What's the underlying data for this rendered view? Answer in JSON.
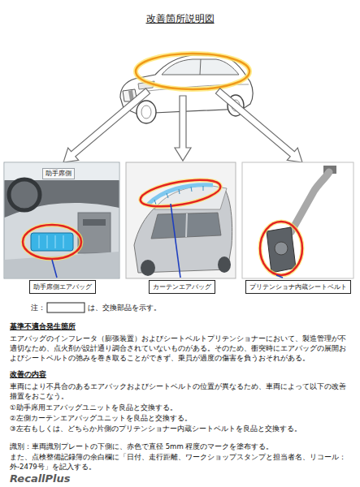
{
  "diagram": {
    "title": "改善箇所説明図",
    "nodes": [
      {
        "text": [
          "助手席側"
        ]
      },
      {
        "text": [
          "助手席側エアバッグ"
        ]
      },
      {
        "text": [
          "カーテンエアバッグ"
        ]
      },
      {
        "text": [
          "プリテンショナ内蔵シートベルト"
        ]
      }
    ],
    "labels": [
      "注：",
      "は、交換部品を示す。",
      "基準不適合発生箇所",
      "エアバッグのインフレータ（膨張装置）およびシートベルトプリテンショナーにおいて、製造管理が不適切なため、点火剤が設計通り調合されていないものがある。そのため、衝突時にエアバッグの展開およびシートベルトの弛みを巻き取ることができず、乗員が過度の傷害を負うおそれがある。",
      "改善の内容",
      "車両により不具合のあるエアバックおよびシートベルトの位置が異なるため、車両によって以下の改善措置をおこなう。",
      "①助手席用エアバッグユニットを良品と交換する。",
      "②左側カーテンエアバッグユニットを良品と交換する。",
      "③左右もしくは、どちらか片側のプリテンショナー内蔵シートベルトを良品と交換する。",
      "識別：車両識別プレートの下側に、赤色で直径 5mm 程度のマークを塗布する。",
      "また、点検整備記録簿の余白欄に「日付、走行距離、ワークショップスタンプと担当者名、リコール：外-2479号」を記入する。",
      "RecallPlus"
    ]
  }
}
